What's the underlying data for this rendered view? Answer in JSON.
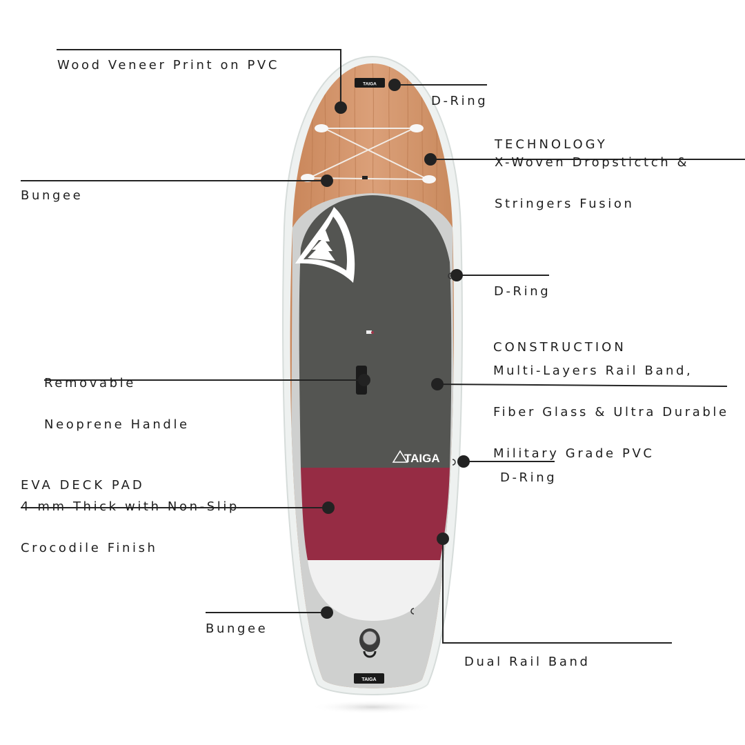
{
  "board": {
    "brand": "TAIGA",
    "colors": {
      "wood": "#d4956a",
      "wood_dark": "#b97a4f",
      "deck_gray": "#545552",
      "deck_red": "#962c44",
      "tail_white": "#f1f1f1",
      "rail_gray": "#cfcfcf",
      "outline": "#e6eae8",
      "leader": "#222222",
      "dot": "#222222"
    }
  },
  "callouts": {
    "wood_veneer": {
      "line1": "Wood Veneer Print on PVC"
    },
    "d_ring_nose": {
      "line1": "D-Ring"
    },
    "technology": {
      "title": "TECHNOLOGY",
      "line1": "X-Woven Dropstictch &",
      "line2": "Stringers Fusion"
    },
    "bungee_nose": {
      "line1": "Bungee"
    },
    "d_ring_mid": {
      "line1": "D-Ring"
    },
    "construction": {
      "title": "CONSTRUCTION",
      "line1": "Multi-Layers Rail Band,",
      "line2": "Fiber Glass & Ultra Durable",
      "line3": "Military Grade PVC"
    },
    "handle": {
      "line1": "Removable",
      "line2": "Neoprene Handle"
    },
    "eva_deck_pad": {
      "title": "EVA DECK PAD",
      "line1": "4 mm Thick with Non-Slip",
      "line2": "Crocodile Finish"
    },
    "d_ring_tail": {
      "line1": "D-Ring"
    },
    "bungee_tail": {
      "line1": "Bungee"
    },
    "dual_rail_band": {
      "line1": "Dual Rail Band"
    }
  }
}
